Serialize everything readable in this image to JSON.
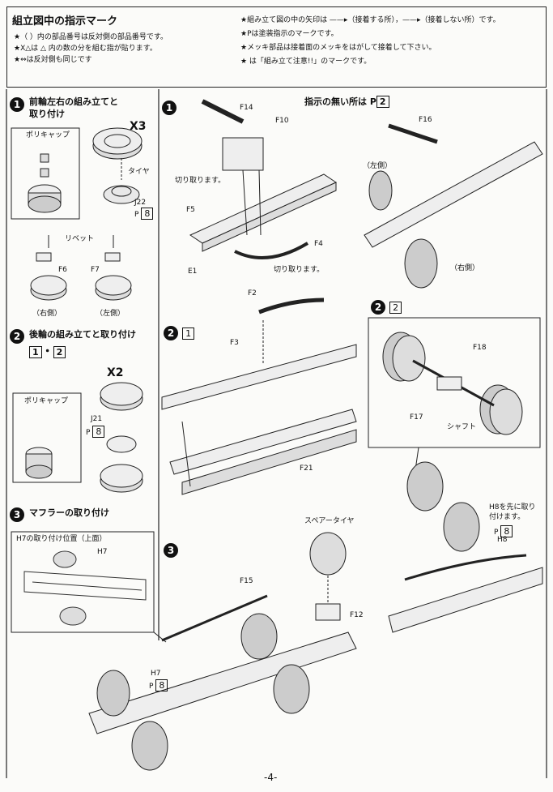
{
  "header": {
    "title": "組立図中の指示マーク",
    "legend_left": [
      "★（ ）内の部品番号は反対側の部品番号です。",
      "★X△は △ 内の数の分を組む指が貼ります。",
      "★⇔は反対側も同じです"
    ],
    "legend_right": [
      "★組み立て図の中の矢印は ——▸（接着する所），——▸（接着しない所）です。",
      "★Pは塗装指示のマークです。",
      "★メッキ部品は接着面のメッキをはがして接着して下さい。",
      "★ は「組み立て注意!!」のマークです。"
    ]
  },
  "steps": {
    "front_wheel": {
      "num": "1",
      "title_line1": "前輪左右の組み立てと",
      "title_line2": "取り付け",
      "qty": "X3",
      "poly_cap": "ポリキャップ",
      "tire": "タイヤ",
      "j22": "J22",
      "paint": "P",
      "paint_num": "8",
      "rivet": "リベット",
      "f6": "F6",
      "f7": "F7",
      "right": "（右側）",
      "left": "（左側）"
    },
    "rear_wheel": {
      "num": "2",
      "title": "後輪の組み立てと取り付け",
      "box1": "1",
      "dot": "・",
      "box2": "2",
      "qty": "X2",
      "poly_cap": "ポリキャップ",
      "j21": "J21",
      "paint": "P",
      "paint_num": "8"
    },
    "muffler": {
      "num": "3",
      "title": "マフラーの取り付け",
      "inset_title": "H7の取り付け位置（上面）",
      "h7": "H7"
    },
    "main1": {
      "num": "1",
      "note": "指示の無い所は",
      "paint": "P",
      "paint_box": "2",
      "f14": "F14",
      "f10": "F10",
      "f16": "F16",
      "cut1": "切り取ります。",
      "f5": "F5",
      "f4": "F4",
      "e1": "E1",
      "cut2": "切り取ります。",
      "left_side": "（左側）",
      "right_side": "（右側）"
    },
    "main2": {
      "num": "2",
      "box": "1",
      "f2": "F2",
      "f3": "F3",
      "f21": "F21"
    },
    "main2b": {
      "num": "2",
      "box": "2",
      "f18": "F18",
      "f17": "F17",
      "shaft": "シャフト",
      "h8_note_line1": "H8を先に取り",
      "h8_note_line2": "付けます。",
      "paint": "P",
      "paint_num": "8",
      "h8": "H8"
    },
    "main3": {
      "num": "3",
      "spare": "スペアータイヤ",
      "f15": "F15",
      "f12": "F12",
      "h7": "H7",
      "paint": "P",
      "paint_num": "8"
    }
  },
  "page_number": "-4-"
}
